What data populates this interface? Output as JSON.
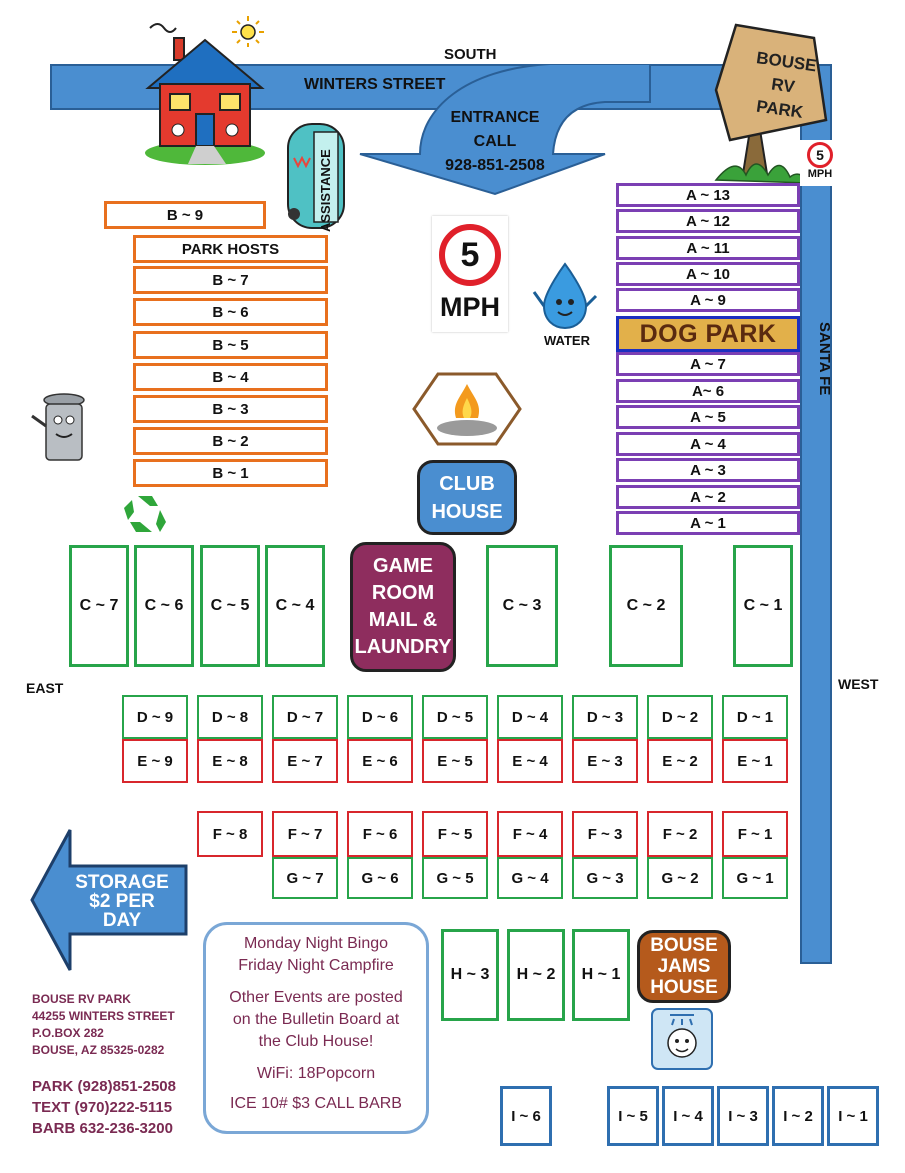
{
  "streets": {
    "south": "SOUTH",
    "west": "WEST",
    "east": "EAST",
    "winters": "WINTERS STREET",
    "santa_fe": "SANTA FE"
  },
  "entrance": {
    "line1": "ENTRANCE",
    "line2": "CALL",
    "line3": "928-851-2508"
  },
  "sign": {
    "line1": "BOUSE",
    "line2": "RV",
    "line3": "PARK"
  },
  "small_speed": {
    "num": "5",
    "unit": "MPH"
  },
  "speed": {
    "num": "5",
    "unit": "MPH"
  },
  "assistance": "ASSISTANCE",
  "water": "WATER",
  "dog_park": "DOG PARK",
  "club_house": {
    "line1": "CLUB",
    "line2": "HOUSE"
  },
  "game_room": {
    "line1": "GAME",
    "line2": "ROOM",
    "line3": "MAIL &",
    "line4": "LAUNDRY"
  },
  "jams_house": {
    "line1": "BOUSE",
    "line2": "JAMS",
    "line3": "HOUSE"
  },
  "storage": {
    "line1": "STORAGE",
    "line2": "$2 PER",
    "line3": "DAY"
  },
  "b_sites": [
    "B ~ 9",
    "PARK HOSTS",
    "B ~ 7",
    "B ~ 6",
    "B ~ 5",
    "B ~ 4",
    "B ~ 3",
    "B ~ 2",
    "B ~ 1"
  ],
  "a_sites_top": [
    "A ~ 13",
    "A ~ 12",
    "A ~ 11",
    "A ~ 10",
    "A ~ 9"
  ],
  "a_sites_bottom": [
    "A ~ 7",
    "A~ 6",
    "A ~ 5",
    "A ~ 4",
    "A ~ 3",
    "A ~ 2",
    "A ~ 1"
  ],
  "c_sites": [
    "C ~ 7",
    "C ~ 6",
    "C ~ 5",
    "C ~ 4",
    "C ~ 3",
    "C ~ 2",
    "C ~ 1"
  ],
  "d_sites": [
    "D ~ 9",
    "D ~ 8",
    "D ~ 7",
    "D ~ 6",
    "D ~ 5",
    "D ~ 4",
    "D ~ 3",
    "D ~ 2",
    "D ~ 1"
  ],
  "e_sites": [
    "E ~ 9",
    "E ~ 8",
    "E ~ 7",
    "E ~ 6",
    "E ~ 5",
    "E ~ 4",
    "E ~ 3",
    "E ~ 2",
    "E ~ 1"
  ],
  "f_sites": [
    "F ~ 8",
    "F ~ 7",
    "F ~ 6",
    "F ~ 5",
    "F ~ 4",
    "F ~ 3",
    "F ~ 2",
    "F ~ 1"
  ],
  "g_sites": [
    "G ~ 7",
    "G ~ 6",
    "G ~ 5",
    "G ~ 4",
    "G ~ 3",
    "G ~ 2",
    "G ~ 1"
  ],
  "h_sites": [
    "H ~ 3",
    "H ~ 2",
    "H ~ 1"
  ],
  "i_sites": [
    "I ~ 6",
    "I ~ 5",
    "I ~ 4",
    "I ~ 3",
    "I ~ 2",
    "I ~ 1"
  ],
  "events": {
    "line1": "Monday Night Bingo",
    "line2": "Friday Night Campfire",
    "line3": "Other Events are posted",
    "line4": "on the  Bulletin Board at",
    "line5": "the Club House!",
    "wifi": "WiFi: 18Popcorn",
    "ice": "ICE 10# $3 CALL BARB"
  },
  "address": {
    "line1": "BOUSE RV PARK",
    "line2": "44255 WINTERS STREET",
    "line3": "P.O.BOX 282",
    "line4": "BOUSE, AZ 85325-0282"
  },
  "phones": {
    "park": "PARK  (928)851-2508",
    "text": "TEXT (970)222-5115",
    "barb": "BARB 632-236-3200"
  },
  "colors": {
    "road": "#4a8ed0",
    "b_border": "#e8701e",
    "a_border": "#7b3fb3",
    "green_border": "#27a44a",
    "red_border": "#d8262c",
    "i_border": "#2f6fb0",
    "club_house": "#4a8ed0",
    "game_room": "#8e2d5e",
    "jams_house": "#b55a1c",
    "dog_park": "#e2b04a"
  }
}
